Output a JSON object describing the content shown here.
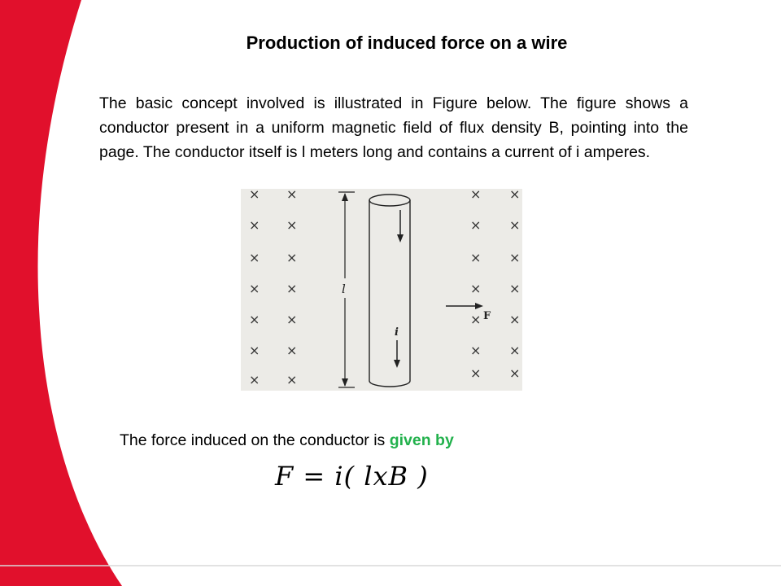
{
  "slide": {
    "title": "Production of induced force on a wire",
    "body": "The basic concept involved is illustrated in Figure below. The figure shows a conductor present in a uniform magnetic field of flux density B, pointing into the page. The conductor itself is l meters long and contains a current of i amperes.",
    "force_text_prefix": "The force induced on the conductor is ",
    "force_text_highlight": "given by",
    "equation": "F = i( lxB )"
  },
  "figure": {
    "field_symbol": "×",
    "length_label": "l",
    "current_label": "i",
    "force_label": "F"
  },
  "colors": {
    "accent_red": "#e1102c",
    "highlight_green": "#22b14c"
  }
}
